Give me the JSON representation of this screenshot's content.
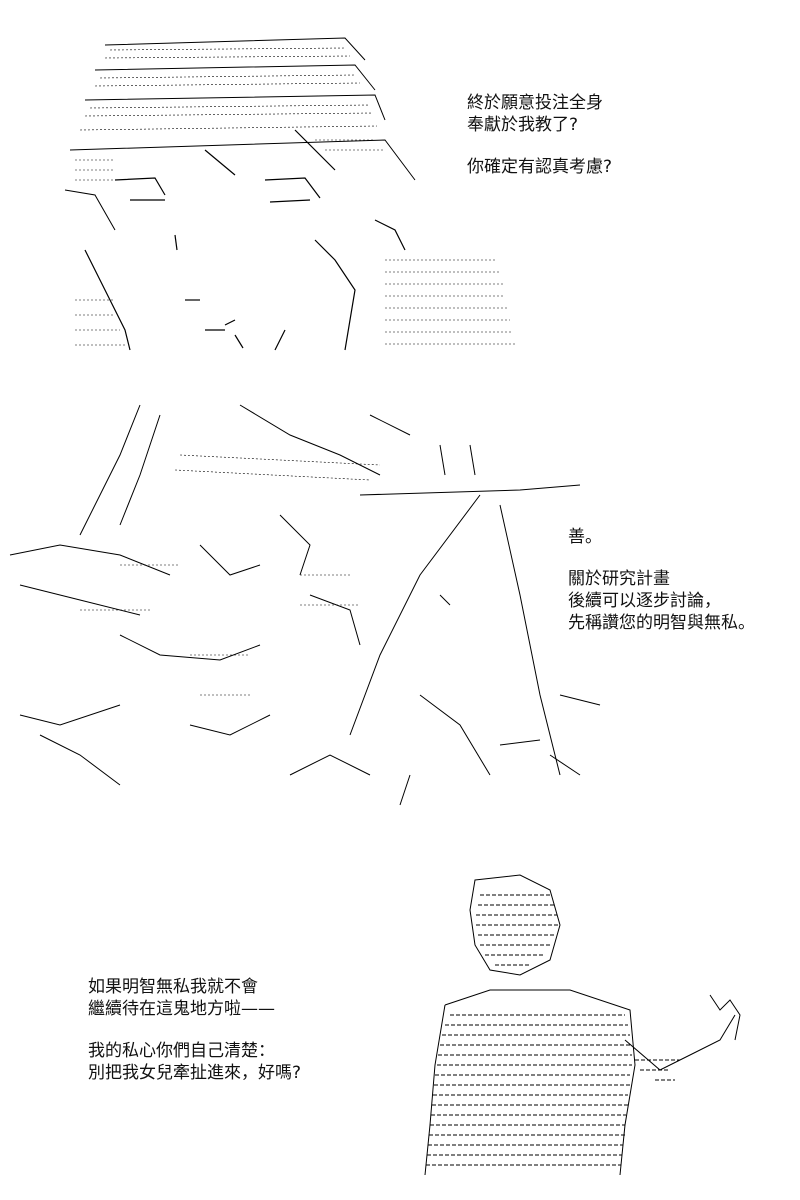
{
  "panels": [
    {
      "art": "ascii-art-character-closeup-face",
      "dialogue": [
        [
          "終於願意投注全身",
          "奉獻於我教了?"
        ],
        [
          "你確定有認真考慮?"
        ]
      ]
    },
    {
      "art": "ascii-art-character-holding-staff",
      "dialogue": [
        [
          "善。"
        ],
        [
          "關於研究計畫",
          "後續可以逐步討論，",
          "先稱讚您的明智與無私。"
        ]
      ]
    },
    {
      "art": "ascii-art-figure-waving",
      "dialogue": [
        [
          "如果明智無私我就不會",
          "繼續待在這鬼地方啦——"
        ],
        [
          "我的私心你們自己清楚：",
          "別把我女兒牽扯進來，好嗎?"
        ]
      ]
    }
  ],
  "colors": {
    "background": "#ffffff",
    "ink": "#000000"
  }
}
